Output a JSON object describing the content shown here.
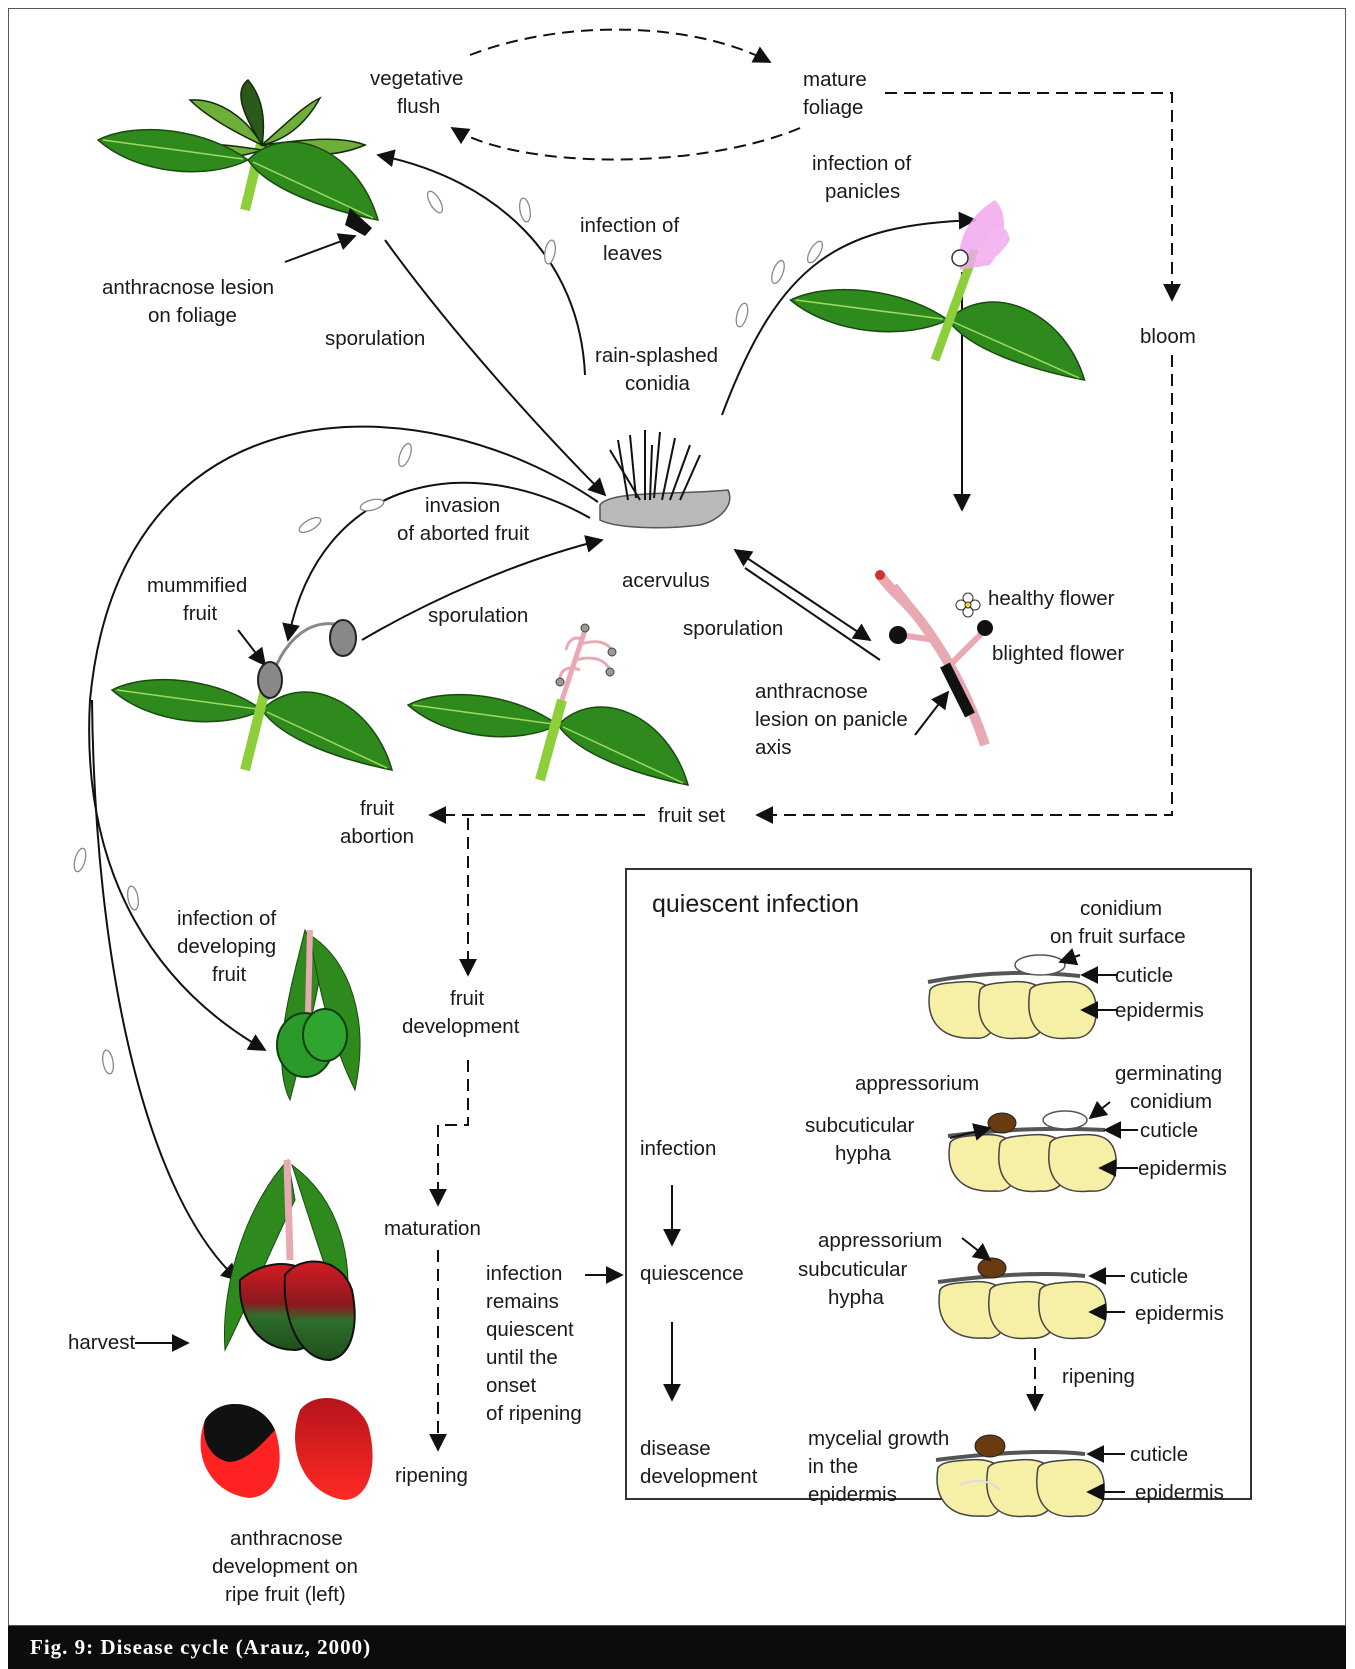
{
  "labels": {
    "vegetative_flush": [
      "vegetative",
      "flush"
    ],
    "mature_foliage": [
      "mature",
      "foliage"
    ],
    "infection_of_panicles": [
      "infection of",
      "panicles"
    ],
    "infection_of_leaves": [
      "infection of",
      "leaves"
    ],
    "anthracnose_lesion_foliage": [
      "anthracnose lesion",
      "on foliage"
    ],
    "sporulation_top": "sporulation",
    "rain_splashed_conidia": [
      "rain-splashed",
      "conidia"
    ],
    "bloom": "bloom",
    "invasion_aborted_fruit": [
      "invasion",
      "of aborted fruit"
    ],
    "acervulus": "acervulus",
    "mummified_fruit": [
      "mummified",
      "fruit"
    ],
    "sporulation_mid": "sporulation",
    "sporulation_right": "sporulation",
    "healthy_flower": "healthy flower",
    "blighted_flower": "blighted flower",
    "lesion_panicle_axis": [
      "anthracnose",
      "lesion on panicle",
      "axis"
    ],
    "fruit_abortion": [
      "fruit",
      "abortion"
    ],
    "fruit_set": "fruit set",
    "infection_developing_fruit": [
      "infection of",
      "developing",
      "fruit"
    ],
    "fruit_development": [
      "fruit",
      "development"
    ],
    "maturation": "maturation",
    "harvest": "harvest",
    "infection_remains": [
      "infection",
      "remains",
      "quiescent",
      "until the",
      "onset",
      "of ripening"
    ],
    "ripening_left": "ripening",
    "anthracnose_ripe_fruit": [
      "anthracnose",
      "development on",
      "ripe fruit (left)"
    ]
  },
  "quiescent_box": {
    "title": "quiescent infection",
    "stages": [
      "infection",
      "quiescence",
      [
        "disease",
        "development"
      ]
    ],
    "conidium_surface": [
      "conidium",
      "on fruit surface"
    ],
    "cuticle": "cuticle",
    "epidermis": "epidermis",
    "appressorium": "appressorium",
    "germinating_conidium": [
      "germinating",
      "conidium"
    ],
    "subcuticular_hypha": [
      "subcuticular",
      "hypha"
    ],
    "ripening": "ripening",
    "mycelial_growth": [
      "mycelial growth",
      "in the",
      "epidermis"
    ]
  },
  "caption": "Fig. 9: Disease cycle (Arauz, 2000)",
  "colors": {
    "leaf_green": "#2f8a1e",
    "stem_green": "#8ccf3a",
    "panicle_pink": "#e8a9b2",
    "flower_pink": "#f0a8ec",
    "epidermis_yellow": "#f6efa6",
    "fruit_red": "#e0161a",
    "caption_bg": "#0c0c0c"
  }
}
